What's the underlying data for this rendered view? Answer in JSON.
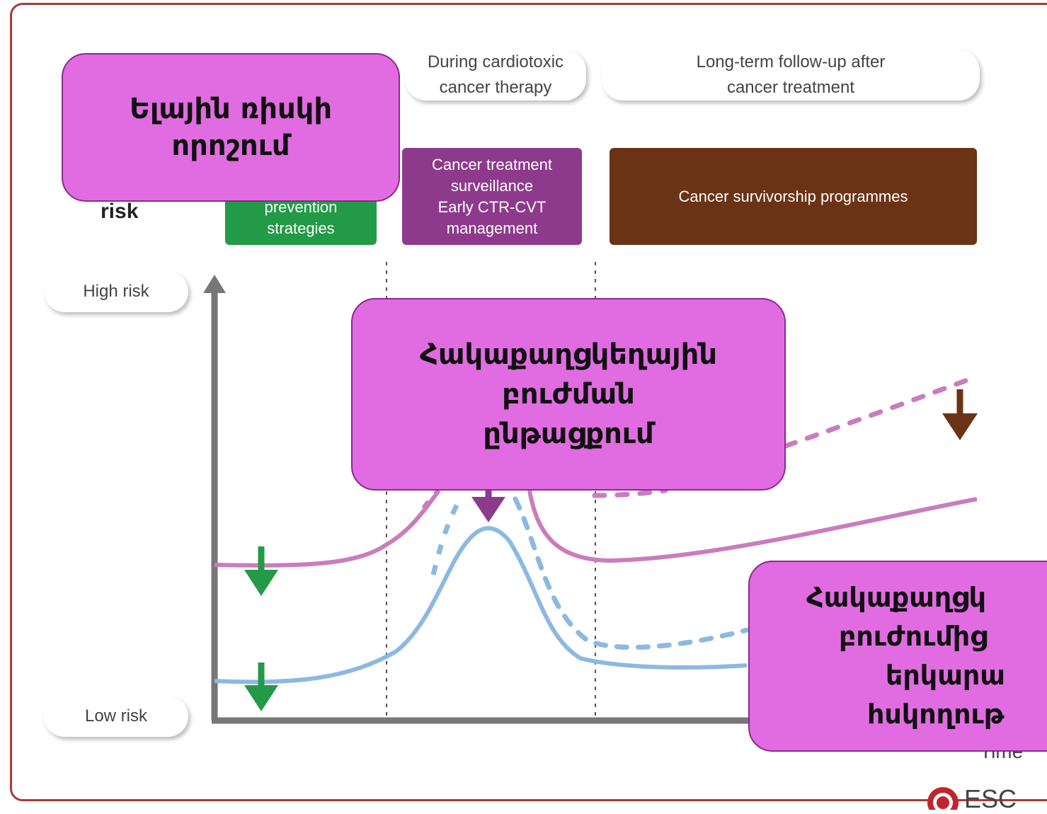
{
  "phases": {
    "during": "During cardiotoxic cancer therapy",
    "longterm": "Long-term follow-up after cancer treatment"
  },
  "boxes": {
    "prevention": "prevention strategies",
    "surveillance": [
      "Cancer treatment",
      "surveillance",
      "Early CTR-CVT",
      "management"
    ],
    "survivorship": "Cancer survivorship programmes"
  },
  "risk_label": "risk",
  "axis": {
    "high": "High risk",
    "low": "Low risk",
    "time": "Time"
  },
  "callouts": {
    "baseline": [
      "Ելային ռիսկի",
      "որոշում"
    ],
    "during": [
      "Հակաքաղցկեղային",
      "բուժման",
      "ընթացքում"
    ],
    "after": [
      "Հակաքաղցկ",
      "բուժումից",
      "երկարա",
      "հսկողութ"
    ]
  },
  "logo": "ESC",
  "colors": {
    "frame": "#a83a35",
    "prevention": "#239a47",
    "surveillance": "#8e3a8c",
    "survivorship": "#6b3315",
    "callout": "#e16ce1",
    "pink_curve": "#c97dbd",
    "blue_curve": "#8db8e2",
    "axis": "#777777"
  }
}
